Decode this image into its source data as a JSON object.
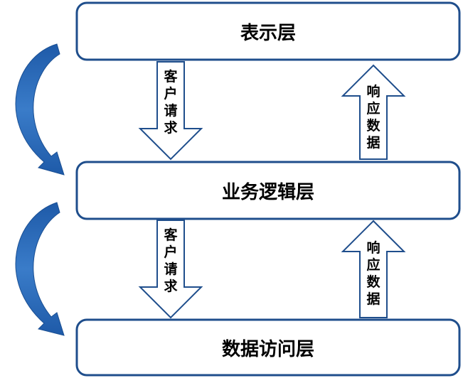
{
  "layers": [
    {
      "label": "表示层"
    },
    {
      "label": "业务逻辑层"
    },
    {
      "label": "数据访问层"
    }
  ],
  "arrows": {
    "request": [
      "客",
      "户",
      "请",
      "求"
    ],
    "response": [
      "响",
      "应",
      "数",
      "据"
    ]
  },
  "colors": {
    "box_border": "#1f4e8c",
    "arrow_border": "#1f4e8c",
    "curve": "#2f6cb6"
  }
}
